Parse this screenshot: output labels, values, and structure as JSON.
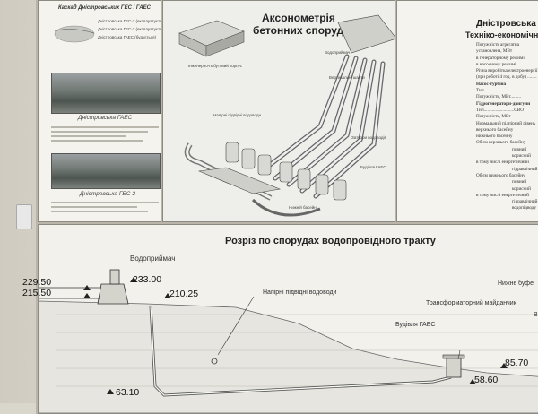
{
  "left_panel": {
    "title": "Каскад Дністровських ГЕС і ГАЕС",
    "legend": [
      "Дністровська ГЕС-1 (експлуатується)",
      "Дністровська ГЕС-2 (експлуатується)",
      "Дністровська ГАЕС (будується)"
    ],
    "caption1": "Дністровська ГАЕС",
    "caption2": "Дністровська ГЕС-2"
  },
  "center_panel": {
    "title_line1": "Аксонометрія",
    "title_line2": "бетонних споруд",
    "labels": {
      "admin": "Інженерно-побутовий корпус",
      "bushings": "Будівля ГАЕС",
      "pipes": "Напірні підвідні водоводи",
      "shaft": "Вертикальні шахти",
      "gates": "Затвори водоводів",
      "tanks": "Водоприймач",
      "tunnels": "Нижній басейн"
    }
  },
  "right_panel": {
    "title_line1": "Дністровська",
    "title_line2": "Техніко-економічні",
    "lines": [
      "Потужність агрегатна",
      "установлена, МВт",
      "в генераторному режимі",
      "в насосному режимі",
      "Річна виробітка електроенергії",
      "(при роботі 4 год. в добу) ........",
      "Насос-турбіна",
      "Тип .........",
      "Потужність, МВт.........",
      "Гідрогенератори-двигуни",
      "Тип..........................СВО",
      "Потужність, МВт",
      "Нормальний підпірний рівень",
      "верхнього басейну",
      "нижнього басейну",
      "Об'єм верхнього басейну",
      "повний",
      "корисний",
      "в тому числі енергетичний",
      "гідравлічний",
      "Об'єм нижнього басейну",
      "повний",
      "корисний",
      "в тому числі енергетичний",
      "гідравлічний",
      "водопідводу"
    ]
  },
  "section": {
    "title": "Розріз по спорудах водопровідного тракту",
    "labels": {
      "intake": "Водоприймач",
      "pipes": "Напірні підвідні водоводи",
      "transformer": "Трансформаторний майданчик",
      "building": "Будівля ГАЕС",
      "lower": "Нижнє буфе",
      "v": "В"
    },
    "elevations": {
      "e1": "229.50",
      "e2": "215.50",
      "e3": "233.00",
      "e4": "210.25",
      "e5": "63.10",
      "e6": "58.60",
      "e7": "85.70"
    }
  }
}
